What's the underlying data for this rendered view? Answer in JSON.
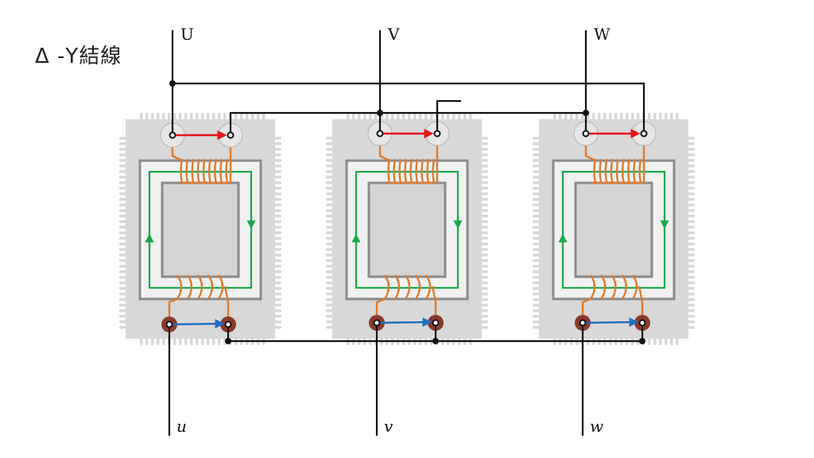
{
  "title": "Δ -Y結線",
  "terminals": {
    "primary": [
      "U",
      "V",
      "W"
    ],
    "secondary": [
      "u",
      "v",
      "w"
    ]
  },
  "colors": {
    "wire": "#111111",
    "primary_arrow": "#e8141b",
    "secondary_arrow": "#1f6fc5",
    "flux_arrow": "#1aa84a",
    "winding": "#e07a2c",
    "core_outer": "#8a8a8a",
    "heatsink": "#d8d8d8",
    "secondary_terminal": "#8b3a2a"
  }
}
